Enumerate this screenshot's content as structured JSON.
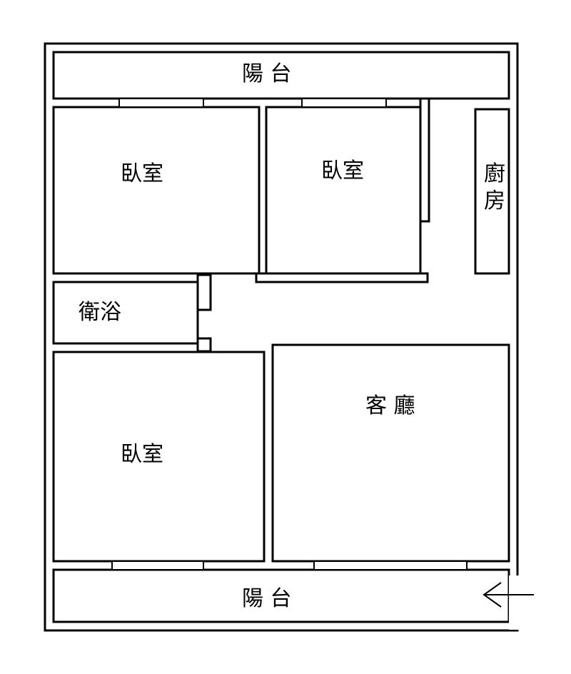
{
  "floor_plan": {
    "rooms": {
      "balcony_top": "陽 台",
      "bedroom_top_left": "臥室",
      "bedroom_top_middle": "臥室",
      "kitchen": "廚房",
      "bathroom": "衛浴",
      "living_room": "客 廳",
      "bedroom_bottom_left": "臥室",
      "balcony_bottom": "陽 台"
    },
    "entrance_arrow_icon": "left-arrow-icon",
    "colors": {
      "wall": "#000000",
      "background": "#ffffff"
    }
  }
}
